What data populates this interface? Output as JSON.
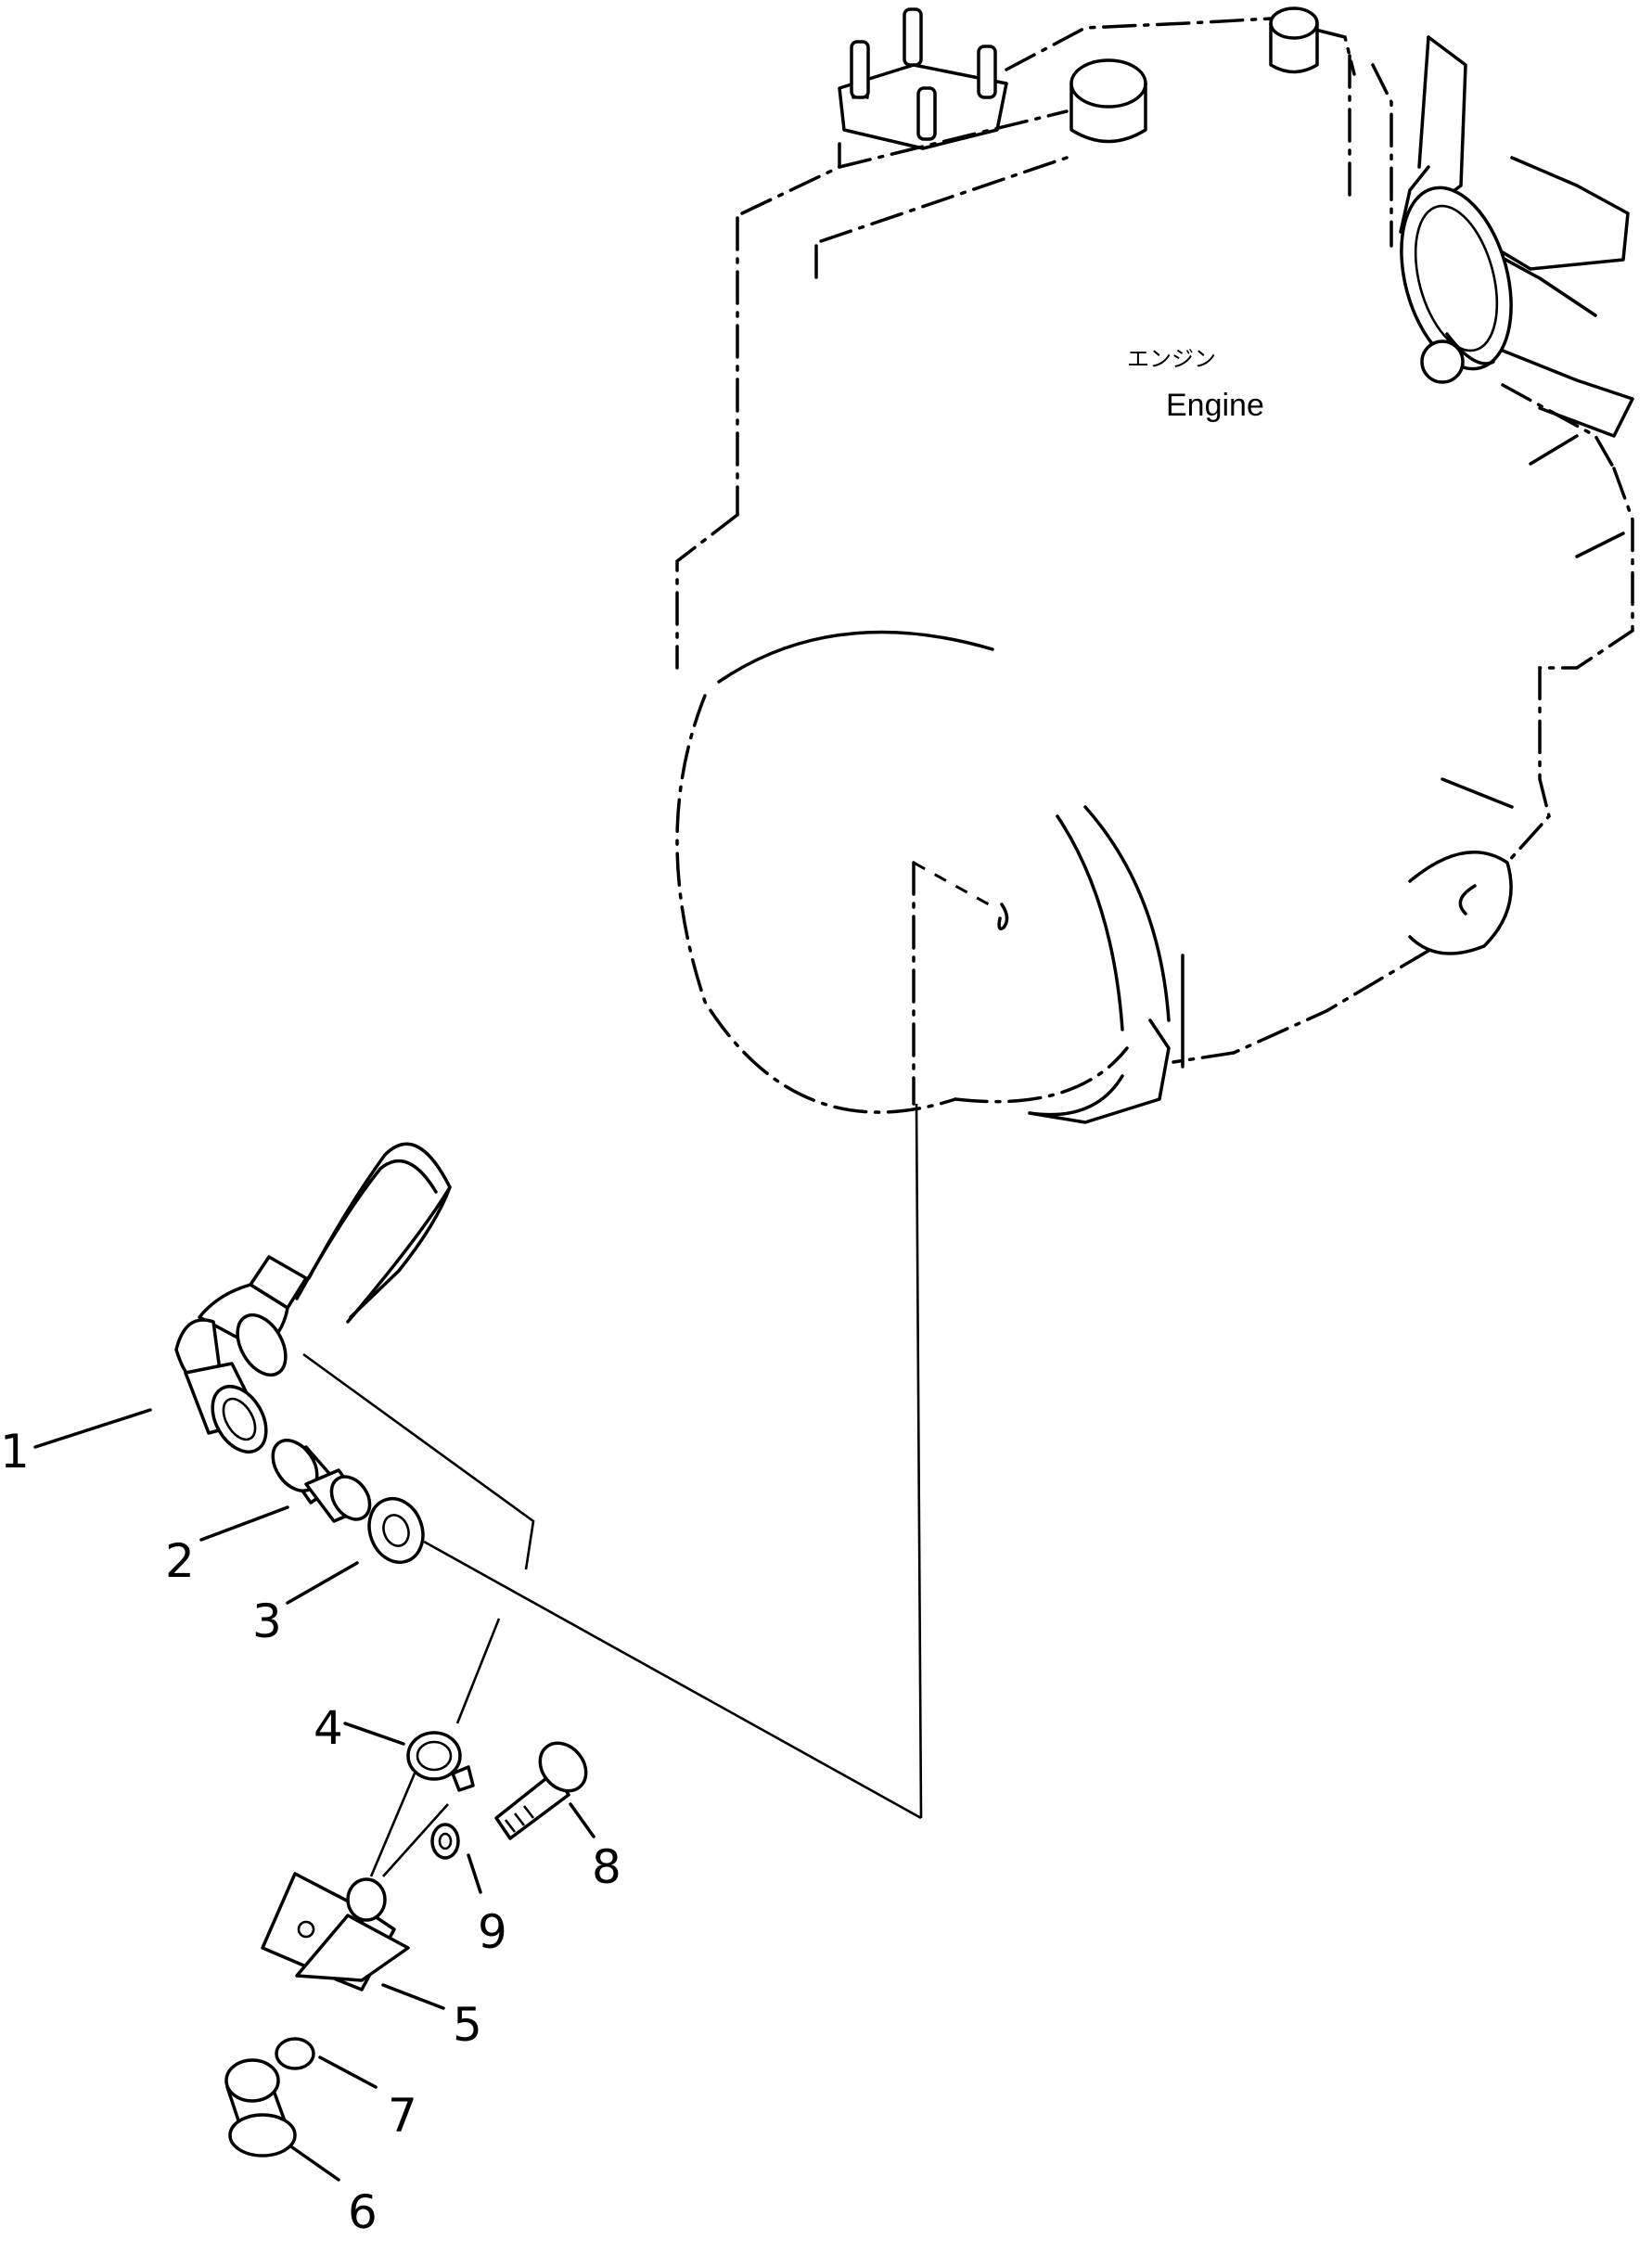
{
  "labels": {
    "engine_jp": "エンジン",
    "engine_en": "Engine"
  },
  "callouts": [
    {
      "id": "1",
      "text": "1"
    },
    {
      "id": "2",
      "text": "2"
    },
    {
      "id": "3",
      "text": "3"
    },
    {
      "id": "4",
      "text": "4"
    },
    {
      "id": "5",
      "text": "5"
    },
    {
      "id": "6",
      "text": "6"
    },
    {
      "id": "7",
      "text": "7"
    },
    {
      "id": "8",
      "text": "8"
    },
    {
      "id": "9",
      "text": "9"
    }
  ]
}
